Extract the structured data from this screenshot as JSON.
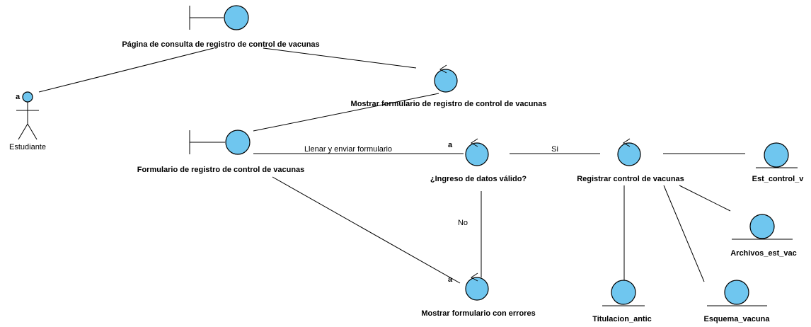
{
  "actor": {
    "name": "Estudiante",
    "marker": "a"
  },
  "boundaries": {
    "consulta": "Página de consulta de registro de control de vacunas",
    "formulario": "Formulario de registro de control de vacunas"
  },
  "controls": {
    "mostrar_formulario": "Mostrar formulario de registro de control de vacunas",
    "ingreso_valido": "¿Ingreso de datos válido?",
    "registrar": "Registrar control de vacunas",
    "mostrar_errores": "Mostrar formulario con errores"
  },
  "entities": {
    "est_control": "Est_control_v",
    "archivos": "Archivos_est_vac",
    "titulacion": "Titulacion_antic",
    "esquema": "Esquema_vacuna"
  },
  "messages": {
    "llenar": "Llenar y enviar formulario",
    "si": "Si",
    "no": "No"
  },
  "markers": {
    "ingreso": "a",
    "errores": "a"
  },
  "colors": {
    "fill": "#6fc6ef",
    "stroke": "#000000"
  }
}
